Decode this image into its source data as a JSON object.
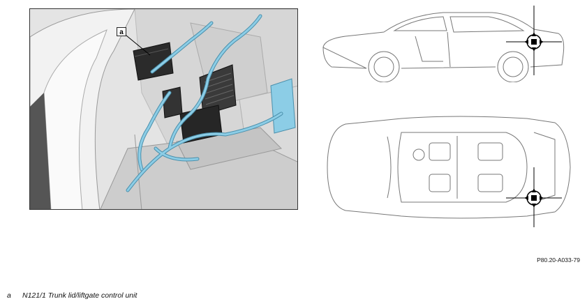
{
  "callout": {
    "key": "a"
  },
  "figure_id": "P80.20-A033-79",
  "legend": [
    {
      "key": "a",
      "text": "N121/1 Trunk lid/liftgate control unit"
    }
  ],
  "colors": {
    "wiring": "#8ccde6",
    "wiring_outline": "#4a8fab",
    "component": "#2b2b2b",
    "body": "#d8d8d8"
  },
  "icons": [
    "location-crosshair-icon",
    "location-marker-square-icon"
  ]
}
